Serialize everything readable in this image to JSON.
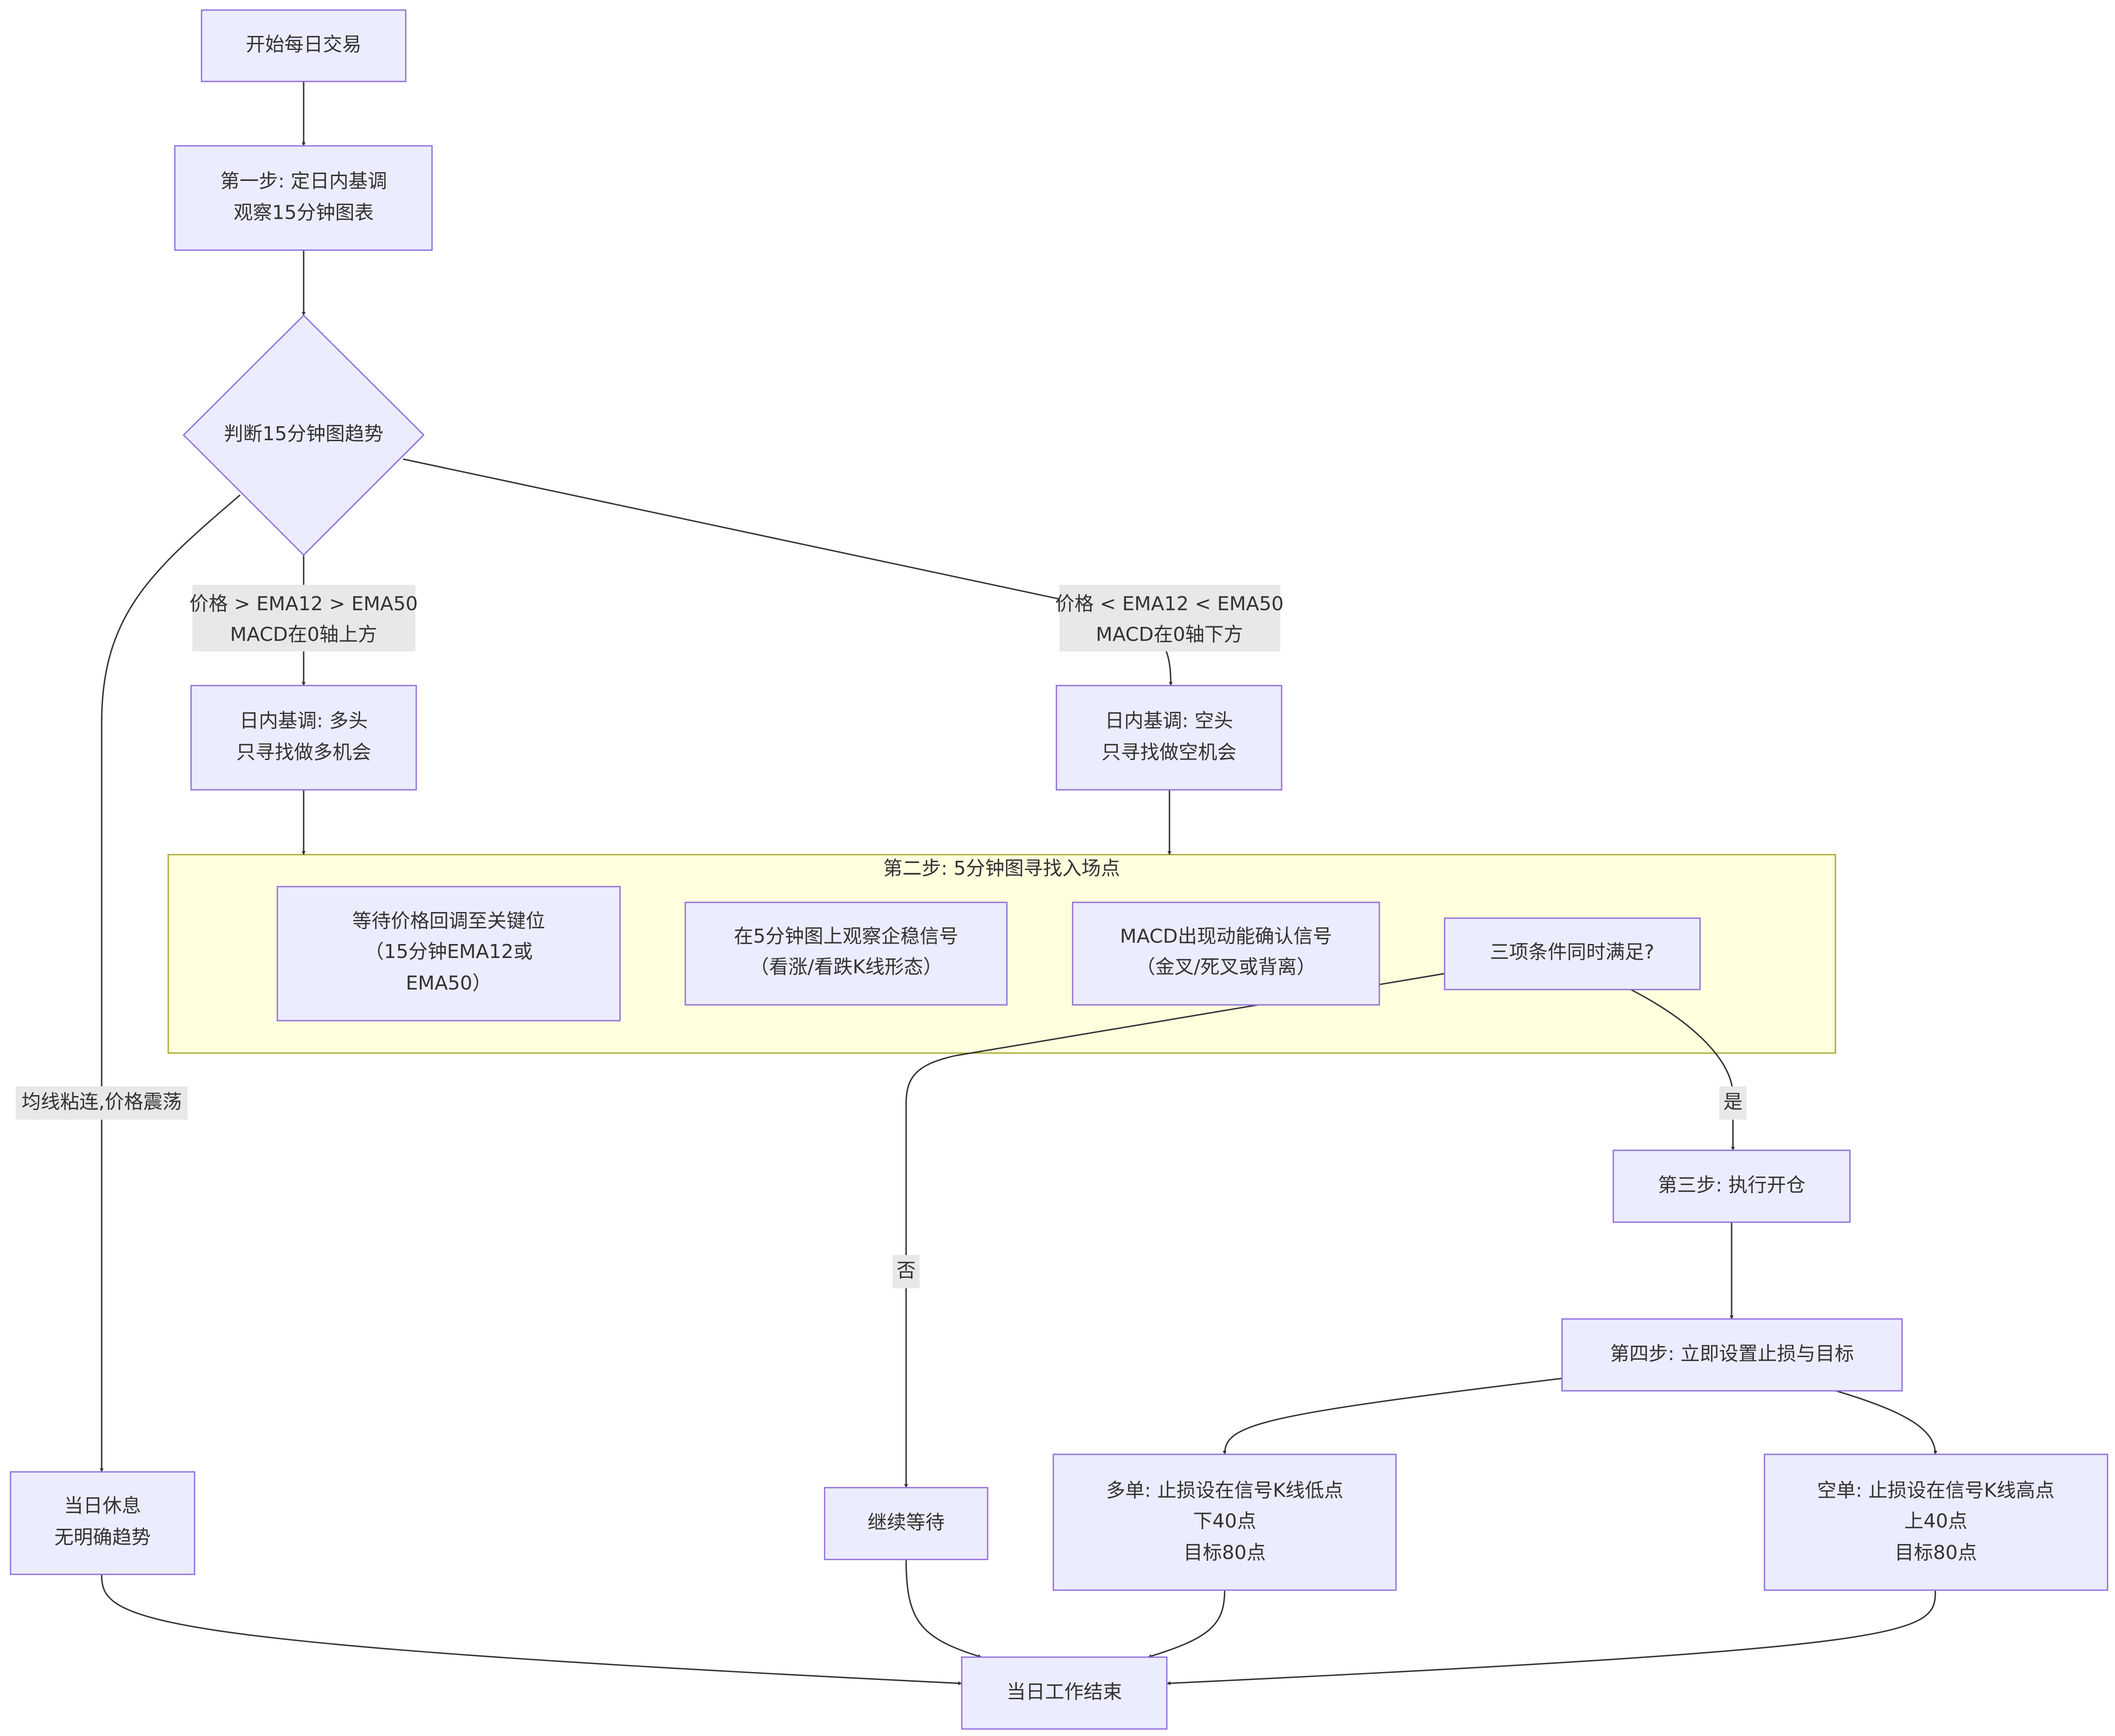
{
  "nodes": {
    "start": [
      "开始每日交易"
    ],
    "step1": [
      "第一步: 定日内基调",
      "观察15分钟图表"
    ],
    "decision": [
      "判断15分钟图趋势"
    ],
    "bull": [
      "日内基调: 多头",
      "只寻找做多机会"
    ],
    "bear": [
      "日内基调: 空头",
      "只寻找做空机会"
    ],
    "rest": [
      "当日休息",
      "无明确趋势"
    ],
    "wait_pullback": [
      "等待价格回调至关键位",
      "（15分钟EMA12或",
      "EMA50）"
    ],
    "stabilize": [
      "在5分钟图上观察企稳信号",
      "（看涨/看跌K线形态）"
    ],
    "macd": [
      "MACD出现动能确认信号",
      "（金叉/死叉或背离）"
    ],
    "check": [
      "三项条件同时满足?"
    ],
    "step3": [
      "第三步: 执行开仓"
    ],
    "step4": [
      "第四步: 立即设置止损与目标"
    ],
    "long": [
      "多单: 止损设在信号K线低点",
      "下40点",
      "目标80点"
    ],
    "short": [
      "空单: 止损设在信号K线高点",
      "上40点",
      "目标80点"
    ],
    "keep_wait": [
      "继续等待"
    ],
    "end": [
      "当日工作结束"
    ]
  },
  "cluster": {
    "title": "第二步: 5分钟图寻找入场点"
  },
  "edge_labels": {
    "bull_cond": [
      "价格 > EMA12 > EMA50",
      "MACD在0轴上方"
    ],
    "bear_cond": [
      "价格 < EMA12 < EMA50",
      "MACD在0轴下方"
    ],
    "range_cond": [
      "均线粘连,价格震荡"
    ],
    "yes": [
      "是"
    ],
    "no": [
      "否"
    ]
  },
  "colors": {
    "node_fill": "#ececff",
    "node_stroke": "#9370db",
    "cluster_fill": "#ffffde",
    "cluster_stroke": "#aaaa33",
    "edge": "#333333",
    "edge_label_bg": "#e8e8e8"
  }
}
